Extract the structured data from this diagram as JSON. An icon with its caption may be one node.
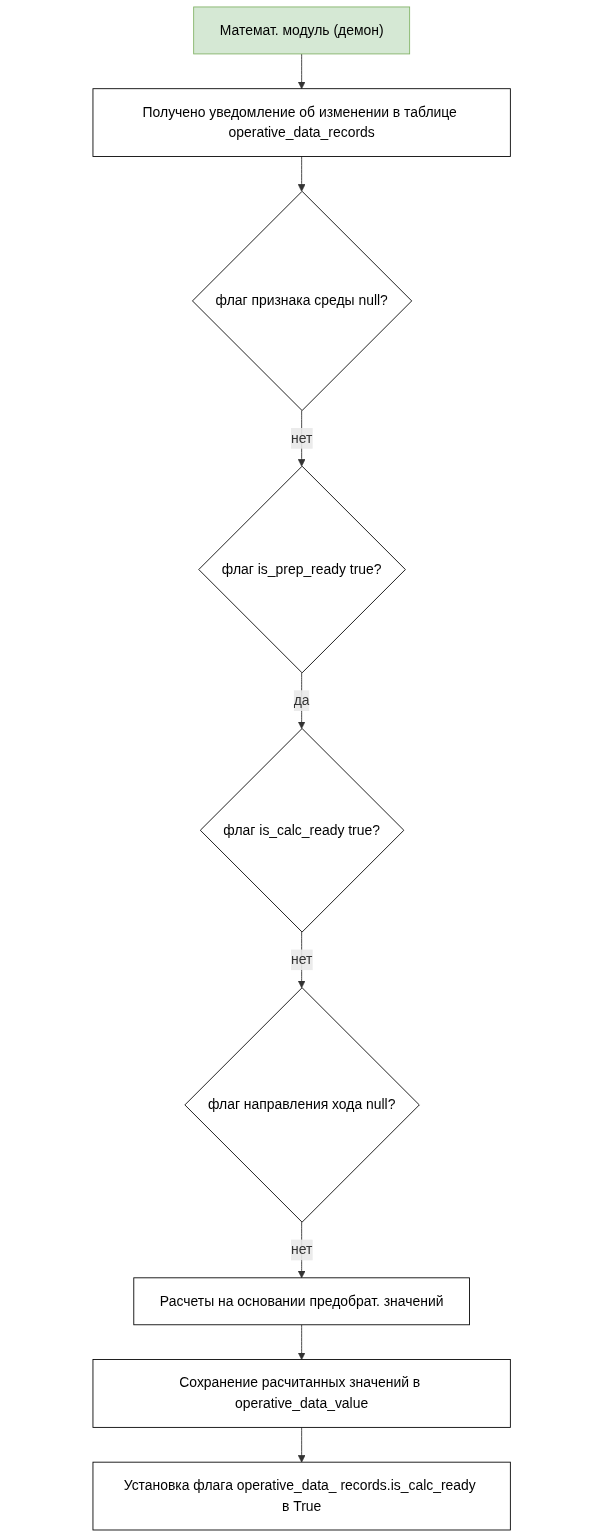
{
  "diagram": {
    "nodes": [
      {
        "text": [
          "Математ. модуль (демон)"
        ]
      },
      {
        "text": [
          "Получено уведомление об изменении в таблице operative_data_records"
        ]
      },
      {
        "text": [
          "флаг признака среды null?"
        ]
      },
      {
        "text": [
          "флаг is_prep_ready true?"
        ]
      },
      {
        "text": [
          "флаг is_calc_ready true?"
        ]
      },
      {
        "text": [
          "флаг направления хода null?"
        ]
      },
      {
        "text": [
          "Расчеты на основании предобрат. значений"
        ]
      },
      {
        "text": [
          "Сохранение расчитанных значений в operative_data_value"
        ]
      },
      {
        "text": [
          "Установка флага operative_data_ records.is_calc_ready в True"
        ]
      }
    ],
    "edges": [
      {
        "from": 0,
        "to": 1,
        "arrow": "to"
      },
      {
        "from": 1,
        "to": 2,
        "arrow": "to"
      },
      {
        "from": 2,
        "to": 3,
        "arrow": "to",
        "label": "нет"
      },
      {
        "from": 3,
        "to": 4,
        "arrow": "to",
        "label": "да"
      },
      {
        "from": 4,
        "to": 5,
        "arrow": "to",
        "label": "нет"
      },
      {
        "from": 5,
        "to": 6,
        "arrow": "to",
        "label": "нет"
      },
      {
        "from": 6,
        "to": 7,
        "arrow": "to"
      },
      {
        "from": 7,
        "to": 8,
        "arrow": "to"
      }
    ]
  }
}
